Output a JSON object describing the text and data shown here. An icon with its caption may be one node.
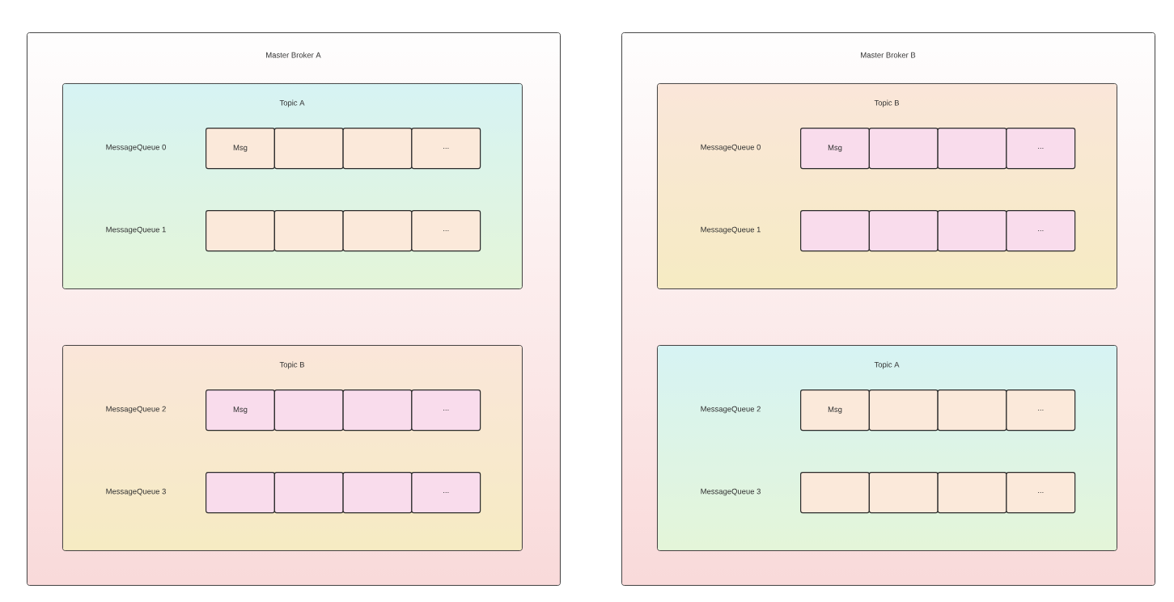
{
  "diagram": {
    "nodes": [
      {
        "text": [
          "Master Broker A"
        ]
      },
      {
        "text": [
          "Topic A"
        ],
        "in": 0
      },
      {
        "text": [
          "Msg"
        ],
        "in": 1
      },
      {
        "text": [],
        "shape": "box",
        "in": 1
      },
      {
        "text": [],
        "shape": "box",
        "in": 1
      },
      {
        "text": [
          "..."
        ],
        "in": 1
      },
      {
        "text": [],
        "shape": "box",
        "in": 1
      },
      {
        "text": [],
        "shape": "box",
        "in": 1
      },
      {
        "text": [],
        "shape": "box",
        "in": 1
      },
      {
        "text": [
          "..."
        ],
        "in": 1
      },
      {
        "text": [
          "Topic B"
        ],
        "in": 0
      },
      {
        "text": [
          "Msg"
        ],
        "in": 10
      },
      {
        "text": [],
        "shape": "box",
        "in": 10
      },
      {
        "text": [],
        "shape": "box",
        "in": 10
      },
      {
        "text": [
          "..."
        ],
        "in": 10
      },
      {
        "text": [],
        "shape": "box",
        "in": 10
      },
      {
        "text": [],
        "shape": "box",
        "in": 10
      },
      {
        "text": [],
        "shape": "box",
        "in": 10
      },
      {
        "text": [
          "..."
        ],
        "in": 10
      },
      {
        "text": [
          "Master Broker B"
        ]
      },
      {
        "text": [
          "Topic B"
        ],
        "in": 19
      },
      {
        "text": [
          "Msg"
        ],
        "in": 20
      },
      {
        "text": [],
        "shape": "box",
        "in": 20
      },
      {
        "text": [],
        "shape": "box",
        "in": 20
      },
      {
        "text": [
          "..."
        ],
        "in": 20
      },
      {
        "text": [],
        "shape": "box",
        "in": 20
      },
      {
        "text": [],
        "shape": "box",
        "in": 20
      },
      {
        "text": [],
        "shape": "box",
        "in": 20
      },
      {
        "text": [
          "..."
        ],
        "in": 20
      },
      {
        "text": [
          "Topic A"
        ],
        "in": 19
      },
      {
        "text": [
          "Msg"
        ],
        "in": 29
      },
      {
        "text": [],
        "shape": "box",
        "in": 29
      },
      {
        "text": [],
        "shape": "box",
        "in": 29
      },
      {
        "text": [
          "..."
        ],
        "in": 29
      },
      {
        "text": [],
        "shape": "box",
        "in": 29
      },
      {
        "text": [],
        "shape": "box",
        "in": 29
      },
      {
        "text": [],
        "shape": "box",
        "in": 29
      },
      {
        "text": [
          "..."
        ],
        "in": 29
      }
    ],
    "labels": [
      "MessageQueue 0",
      "MessageQueue 1",
      "MessageQueue 2",
      "MessageQueue 3",
      "MessageQueue 0",
      "MessageQueue 1",
      "MessageQueue 2",
      "MessageQueue 3"
    ]
  }
}
